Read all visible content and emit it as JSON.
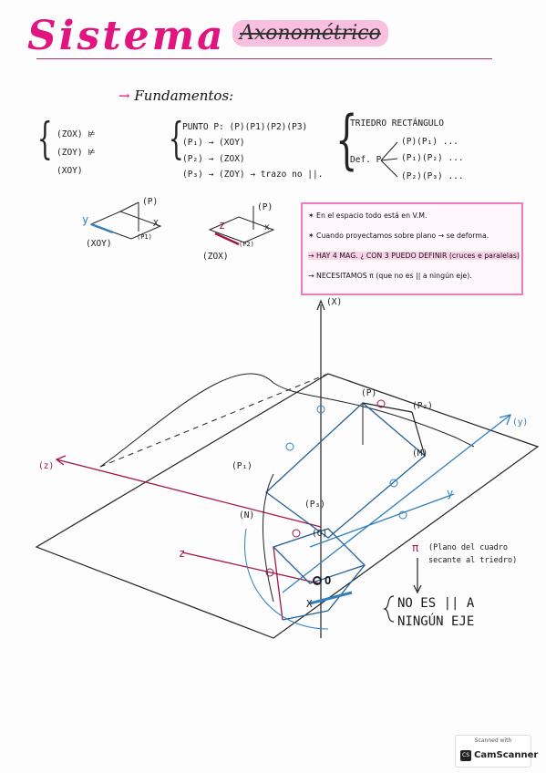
{
  "title": "Sistema",
  "subtitle": "Axonométrico",
  "heading": "Fundamentos:",
  "col1": [
    "(ZOX) ⊭",
    "(ZOY) ⊭",
    "(XOY)"
  ],
  "col2": [
    "PUNTO  P: (P)(P1)(P2)(P3)",
    "(P₁) → (XOY)",
    "(P₂) → (ZOX)",
    "(P₃) → (ZOY) → trazo no ||."
  ],
  "col3": {
    "title": "TRIEDRO RECTÁNGULO",
    "def_label": "Def. P",
    "items": [
      "(P)(P₁) ...",
      "(P₁)(P₂) ...",
      "(P₂)(P₃) ..."
    ]
  },
  "small_diagrams": {
    "left": {
      "top": "(P)",
      "axis_y": "y",
      "axis_x": "X",
      "plane": "(XOY)",
      "proj": "(P1)"
    },
    "right": {
      "top": "(P)",
      "axis_z": "z",
      "axis_x": "x",
      "plane": "(ZOX)",
      "proj": "(P2)"
    }
  },
  "notes": [
    "En el espacio todo está en V.M.",
    "Cuando proyectamos sobre plano → se deforma.",
    "HAY 4 MAG. ¿ CON 3 PUEDO DEFINIR (cruces e paralelas)",
    "NECESITAMOS π (que no es || a ningún eje)."
  ],
  "figure": {
    "axis_top": "(X)",
    "axis_left": "(z)",
    "axis_right": "(y)",
    "z": "z",
    "y": "y",
    "x": "X",
    "o_paren": "(O)",
    "o": "O",
    "p": "(P)",
    "p1": "(P₁)",
    "p2": "(P₂)",
    "p3": "(P₃)",
    "m": "(M)",
    "n": "(N)",
    "pi_label": "π",
    "pi_note_1": "(Plano del cuadro",
    "pi_note_2": "secante al triedro)",
    "conclusion_1": "NO ES || A",
    "conclusion_2": "NINGÚN EJE"
  },
  "scanner": {
    "top": "Scanned with",
    "brand": "CamScanner"
  },
  "colors": {
    "pink": "#e0157f",
    "highlight": "#f7a9d4",
    "blue": "#2f7fbf",
    "maroon": "#a3154a"
  }
}
